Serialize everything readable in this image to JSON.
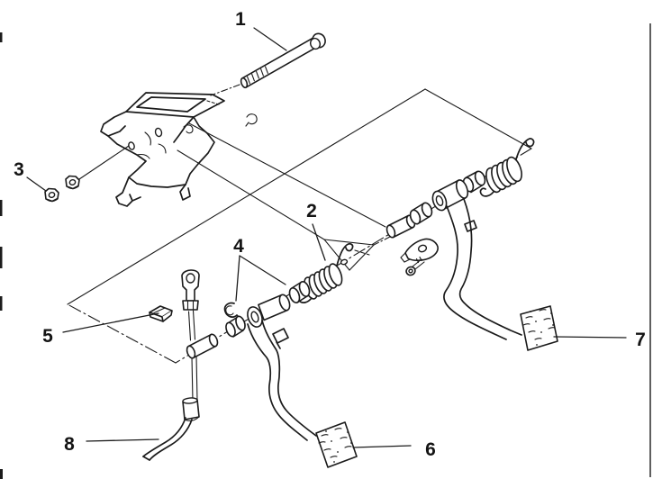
{
  "figure": {
    "kind": "exploded-parts-line-diagram"
  },
  "colors": {
    "ink": "#1b1b1b",
    "paper": "#ffffff"
  },
  "callouts": [
    {
      "label": "1"
    },
    {
      "label": "2"
    },
    {
      "label": "3"
    },
    {
      "label": "4"
    },
    {
      "label": "5"
    },
    {
      "label": "6"
    },
    {
      "label": "7"
    },
    {
      "label": "8"
    }
  ]
}
